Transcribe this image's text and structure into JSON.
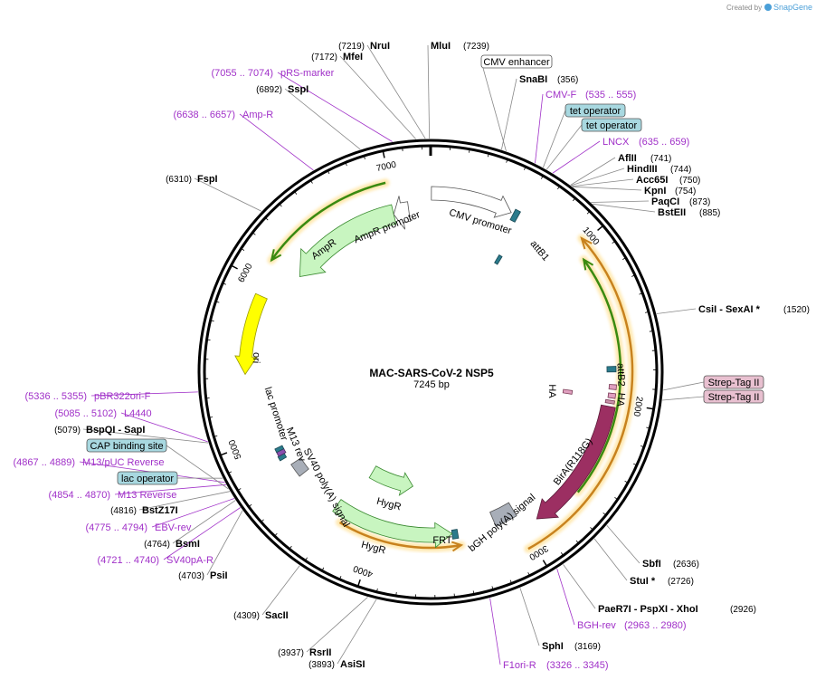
{
  "credit": {
    "prefix": "Created by",
    "brand": "SnapGene"
  },
  "plasmid": {
    "name": "MAC-SARS-CoV-2 NSP5",
    "length": "7245 bp"
  },
  "ticks": [
    "1000",
    "2000",
    "3000",
    "4000",
    "5000",
    "6000",
    "7000"
  ],
  "sites": [
    {
      "id": "nrui",
      "name": "NruI",
      "pos": "(7219)"
    },
    {
      "id": "mlui",
      "name": "MluI",
      "pos": "(7239)"
    },
    {
      "id": "mfei",
      "name": "MfeI",
      "pos": "(7172)"
    },
    {
      "id": "sspi",
      "name": "SspI",
      "pos": "(6892)"
    },
    {
      "id": "fspi",
      "name": "FspI",
      "pos": "(6310)"
    },
    {
      "id": "snabi",
      "name": "SnaBI",
      "pos": "(356)"
    },
    {
      "id": "aflii",
      "name": "AflII",
      "pos": "(741)"
    },
    {
      "id": "hindiii",
      "name": "HindIII",
      "pos": "(744)"
    },
    {
      "id": "acc65i",
      "name": "Acc65I",
      "pos": "(750)"
    },
    {
      "id": "kpni",
      "name": "KpnI",
      "pos": "(754)"
    },
    {
      "id": "paqci",
      "name": "PaqCI",
      "pos": "(873)"
    },
    {
      "id": "bsteii",
      "name": "BstEII",
      "pos": "(885)"
    },
    {
      "id": "csii",
      "name": "CsiI  - SexAI *",
      "pos": "(1520)"
    },
    {
      "id": "sbfi",
      "name": "SbfI",
      "pos": "(2636)"
    },
    {
      "id": "stui",
      "name": "StuI *",
      "pos": "(2726)"
    },
    {
      "id": "paer7i",
      "name": "PaeR7I  - PspXI  - XhoI",
      "pos": "(2926)"
    },
    {
      "id": "sphi",
      "name": "SphI",
      "pos": "(3169)"
    },
    {
      "id": "rsrii",
      "name": "RsrII",
      "pos": "(3937)"
    },
    {
      "id": "asisi",
      "name": "AsiSI",
      "pos": "(3893)"
    },
    {
      "id": "sacii",
      "name": "SacII",
      "pos": "(4309)"
    },
    {
      "id": "psii",
      "name": "PsiI",
      "pos": "(4703)"
    },
    {
      "id": "bsmi",
      "name": "BsmI",
      "pos": "(4764)"
    },
    {
      "id": "bstz17i",
      "name": "BstZ17I",
      "pos": "(4816)"
    },
    {
      "id": "bspqi",
      "name": "BspQI  - SapI",
      "pos": "(5079)"
    }
  ],
  "primers": [
    {
      "id": "prs",
      "name": "pRS-marker",
      "range": "(7055 .. 7074)"
    },
    {
      "id": "ampr",
      "name": "Amp-R",
      "range": "(6638 .. 6657)"
    },
    {
      "id": "cmvf",
      "name": "CMV-F",
      "range": "(535 .. 555)"
    },
    {
      "id": "lncx",
      "name": "LNCX",
      "range": "(635 .. 659)"
    },
    {
      "id": "bgh",
      "name": "BGH-rev",
      "range": "(2963 .. 2980)"
    },
    {
      "id": "f1ori",
      "name": "F1ori-R",
      "range": "(3326 .. 3345)"
    },
    {
      "id": "sv40pa",
      "name": "SV40pA-R",
      "range": "(4721 .. 4740)"
    },
    {
      "id": "ebv",
      "name": "EBV-rev",
      "range": "(4775 .. 4794)"
    },
    {
      "id": "m13rev",
      "name": "M13 Reverse",
      "range": "(4854 .. 4870)"
    },
    {
      "id": "m13puc",
      "name": "M13/pUC Reverse",
      "range": "(4867 .. 4889)"
    },
    {
      "id": "l4440",
      "name": "L4440",
      "range": "(5085 .. 5102)"
    },
    {
      "id": "pbr",
      "name": "pBR322ori-F",
      "range": "(5336 .. 5355)"
    }
  ],
  "boxes": [
    {
      "id": "cmvenh",
      "name": "CMV enhancer"
    },
    {
      "id": "tetop1",
      "name": "tet operator"
    },
    {
      "id": "tetop2",
      "name": "tet operator"
    },
    {
      "id": "strep1",
      "name": "Strep-Tag II"
    },
    {
      "id": "strep2",
      "name": "Strep-Tag II"
    },
    {
      "id": "cap",
      "name": "CAP binding site"
    },
    {
      "id": "lacop",
      "name": "lac operator"
    }
  ],
  "features": [
    {
      "id": "cmvprom",
      "name": "CMV promoter"
    },
    {
      "id": "attb1",
      "name": "attB1"
    },
    {
      "id": "attb2",
      "name": "attB2"
    },
    {
      "id": "ha1",
      "name": "HA"
    },
    {
      "id": "ha2",
      "name": "HA"
    },
    {
      "id": "bira",
      "name": "BirA(R118G)"
    },
    {
      "id": "bgh",
      "name": "bGH poly(A) signal"
    },
    {
      "id": "frt",
      "name": "FRT"
    },
    {
      "id": "hygr1",
      "name": "HygR"
    },
    {
      "id": "hygr2",
      "name": "HygR"
    },
    {
      "id": "sv40",
      "name": "SV40 poly(A) signal"
    },
    {
      "id": "m13rev",
      "name": "M13 rev"
    },
    {
      "id": "lacprom",
      "name": "lac promoter"
    },
    {
      "id": "ori",
      "name": "ori"
    },
    {
      "id": "ampr",
      "name": "AmpR"
    },
    {
      "id": "amprprom",
      "name": "AmpR promoter"
    }
  ],
  "colors": {
    "site": "#000000",
    "primer": "#a030c8",
    "leader": "#888888",
    "cmv": "#ffffff",
    "attb": "#2b7b8c",
    "bira": "#9c2f62",
    "bgh": "#a8aeb8",
    "hygr": "#c8f5c0",
    "ori": "#ffff00",
    "ampr": "#c8f5c0",
    "orf_orange": "#c8821e",
    "orf_green": "#3a8a10",
    "glow": "#ffe6a8",
    "box_teal": "#a8d8e0",
    "box_pink": "#e8c0d0"
  }
}
